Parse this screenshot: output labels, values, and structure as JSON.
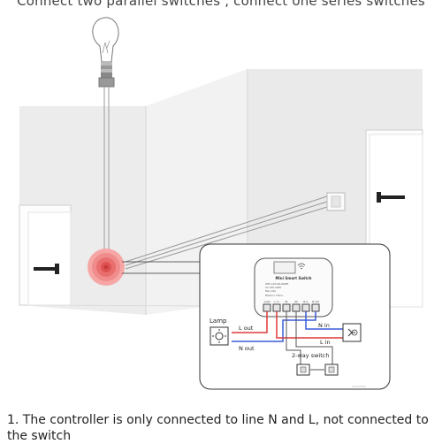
{
  "header": {
    "title": "Connect two parallel switches , connect one series switches"
  },
  "diagram": {
    "module": {
      "name": "Mini Smart Switch",
      "spec_lines": [
        "WiFi with WLAN/BT",
        "AC 100-240V",
        "Max 10A",
        "Made in China"
      ],
      "terminals": [
        "Load",
        "L in",
        "S1",
        "S2",
        "N in",
        "N out"
      ]
    },
    "labels": {
      "lamp": "Lamp",
      "l_out": "L out",
      "n_out": "N out",
      "n_in": "N in",
      "l_in": "L in",
      "two_way_switch": "2-way switch"
    },
    "colors": {
      "red_wire": "#e03a3a",
      "blue_wire": "#3a5bd8",
      "junction": "#f07878",
      "wall": "#ebebeb"
    }
  },
  "footer": {
    "note": "1. The controller is only connected to line N and L, not connected to the switch"
  }
}
